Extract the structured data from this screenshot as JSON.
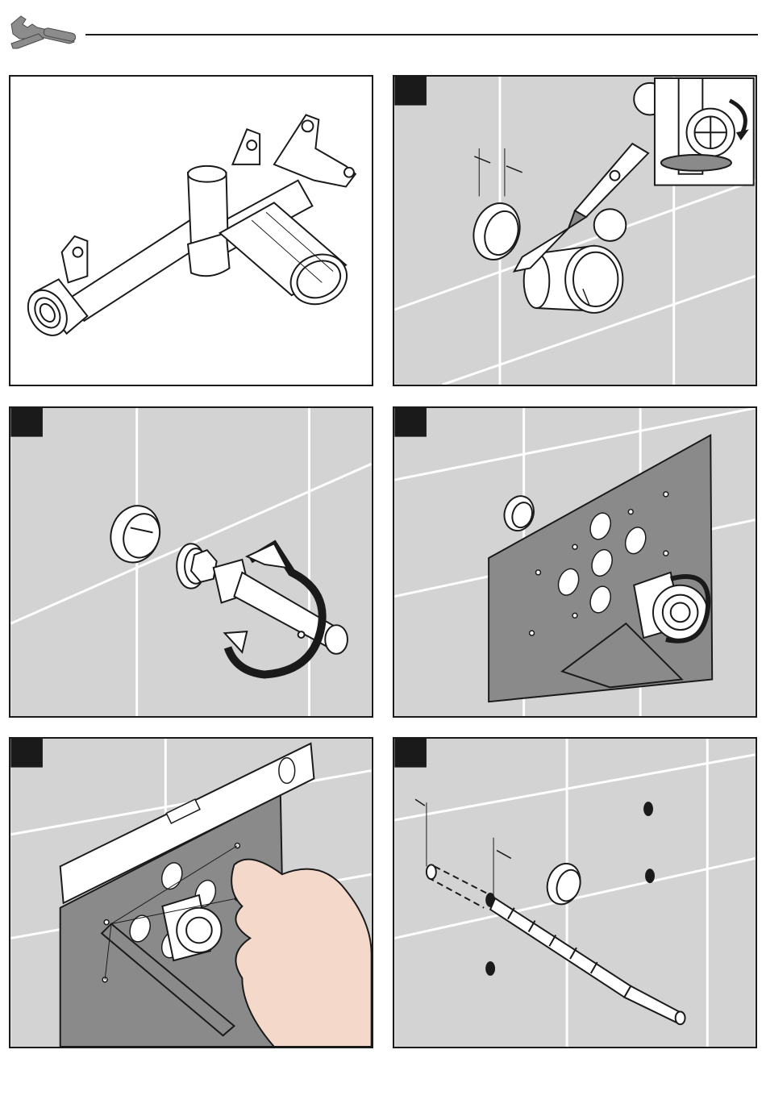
{
  "header": {
    "icon": "wrench-screwdriver-icon"
  },
  "panels": [
    {
      "id": "overview",
      "badge": null
    },
    {
      "id": "step-a",
      "badge": ""
    },
    {
      "id": "step-b",
      "badge": ""
    },
    {
      "id": "step-c",
      "badge": ""
    },
    {
      "id": "step-d",
      "badge": ""
    },
    {
      "id": "step-e",
      "badge": ""
    }
  ],
  "colors": {
    "wall_tile": "#d3d3d3",
    "grout": "#ffffff",
    "plate": "#8a8a8a",
    "outline": "#1a1a1a",
    "skin": "#f4d9cb",
    "badge": "#1a1a1a"
  }
}
